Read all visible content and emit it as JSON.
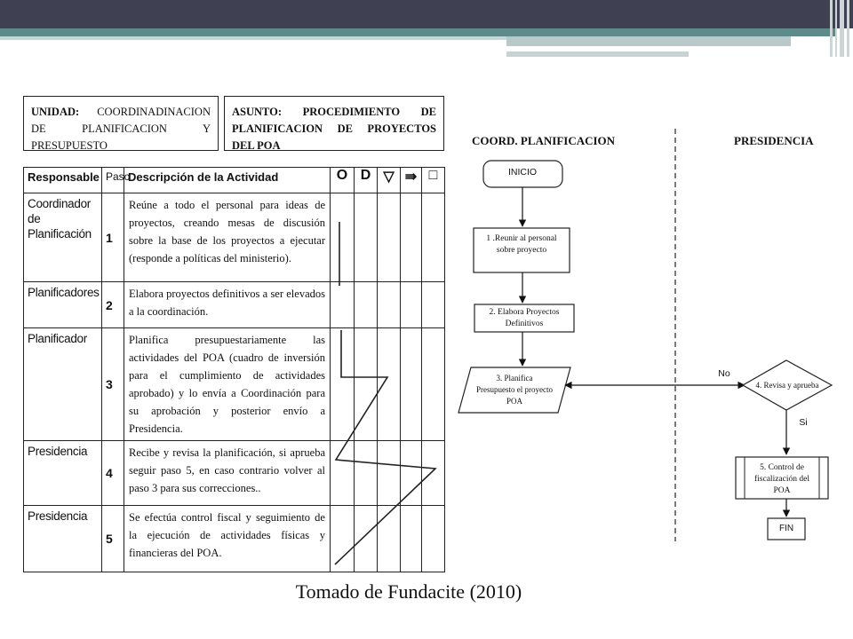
{
  "header": {
    "unit_label": "UNIDAD:",
    "unit_value": "COORDINADINACION DE PLANIFICACION Y PRESUPUESTO",
    "subject_label": "ASUNTO:",
    "subject_value": "PROCEDIMIENTO DE PLANIFICACION DE PROYECTOS DEL POA"
  },
  "table": {
    "columns": [
      "Responsable",
      "Paso",
      "Descripción de la Actividad"
    ],
    "symbols": [
      "O",
      "D",
      "▽",
      "⇛",
      "□"
    ],
    "rows": [
      {
        "responsible": "Coordinador de Planificación",
        "step": "1",
        "description": "Reúne a todo el personal para ideas de proyectos, creando mesas de discusión sobre la base de los proyectos a ejecutar (responde a políticas del ministerio)."
      },
      {
        "responsible": "Planificadores",
        "step": "2",
        "description": "Elabora proyectos definitivos a ser elevados a la coordinación."
      },
      {
        "responsible": "Planificador",
        "step": "3",
        "description": "Planifica presupuestariamente las actividades del POA (cuadro de inversión para el cumplimiento de actividades aprobado) y lo envía a Coordinación para su aprobación y posterior envío a Presidencia."
      },
      {
        "responsible": "Presidencia",
        "step": "4",
        "description": "Recibe y revisa la planificación, si aprueba seguir paso 5, en caso contrario volver al paso 3 para sus correcciones.."
      },
      {
        "responsible": "Presidencia",
        "step": "5",
        "description": "Se efectúa control fiscal y seguimiento de la ejecución de actividades físicas y financieras del POA."
      }
    ]
  },
  "flowchart": {
    "lane_left": "COORD. PLANIFICACION",
    "lane_right": "PRESIDENCIA",
    "start": "INICIO",
    "step1": "1 .Reunir al personal sobre proyecto",
    "step2": "2. Elabora Proyectos Definitivos",
    "step3": "3. Planifica Presupuesto el proyecto POA",
    "step4": "4. Revisa y aprueba",
    "no_label": "No",
    "yes_label": "Si",
    "step5": "5. Control de fiscalización del POA",
    "end": "FIN"
  },
  "caption": "Tomado de Fundacite (2010)"
}
